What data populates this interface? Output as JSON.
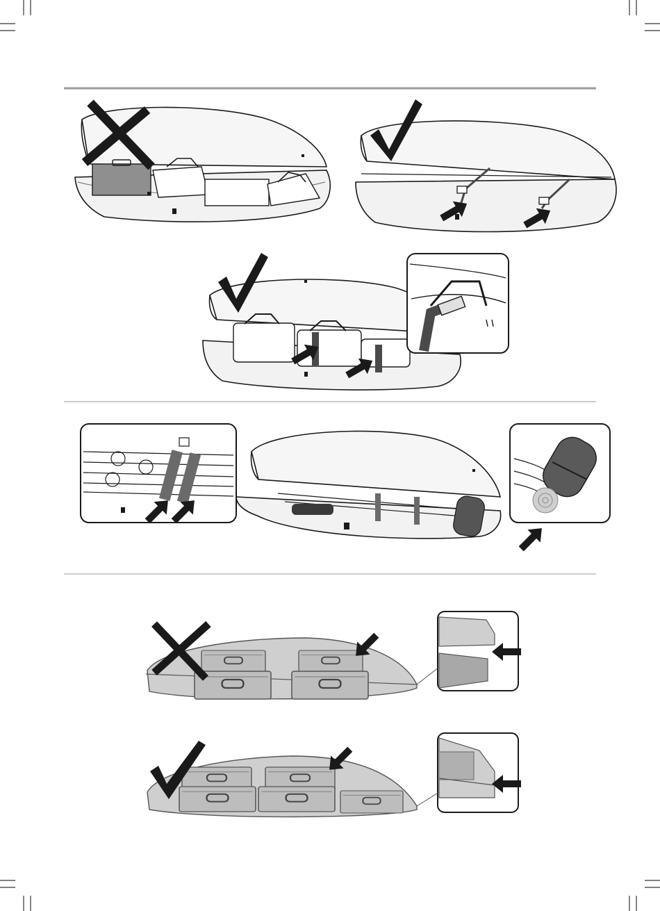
{
  "page": {
    "background": "#ffffff",
    "ink": "#1a1a1a",
    "rule_color": "#9a9a9a",
    "box_fill": "#f4f4f4",
    "shade_fill": "#cfcfcf",
    "strap_color": "#4a4a4a"
  },
  "sections": [
    {
      "id": "loading",
      "panels": [
        {
          "name": "box-badly-loaded",
          "verdict": "incorrect",
          "mark_icon": "cross-icon"
        },
        {
          "name": "box-with-straps",
          "verdict": "correct",
          "mark_icon": "check-icon"
        },
        {
          "name": "box-with-bags-strapped",
          "verdict": "correct",
          "mark_icon": "check-icon",
          "inset": "strap-buckle-detail"
        }
      ]
    },
    {
      "id": "skis",
      "panels": [
        {
          "name": "ski-strap-detail-left"
        },
        {
          "name": "box-with-skis"
        },
        {
          "name": "sleeping-bag-detail-right"
        }
      ]
    },
    {
      "id": "lid-closing",
      "panels": [
        {
          "name": "lid-closed-overloaded",
          "verdict": "incorrect",
          "mark_icon": "cross-icon",
          "inset": "lid-gap-detail"
        },
        {
          "name": "lid-closed-properly",
          "verdict": "correct",
          "mark_icon": "check-icon",
          "inset": "lid-sealed-detail"
        }
      ]
    }
  ]
}
